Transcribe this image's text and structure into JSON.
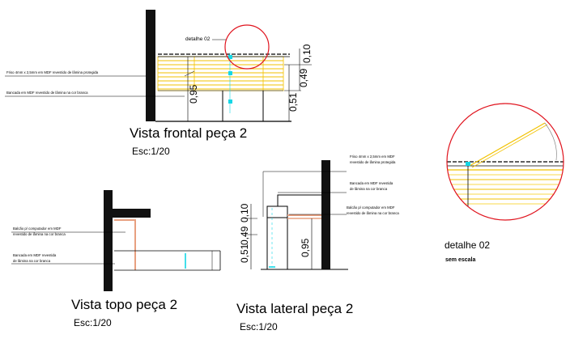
{
  "views": {
    "frontal": {
      "title": "Vista frontal peça 2",
      "scale": "Esc:1/20",
      "detail_callout": "detalhe 02",
      "note_top": "Friso 4mm x 2,5mm em MDF revestido de lâmina protegida",
      "note_bottom": "Bancada em MDF revestido de lâmina na cor branca",
      "dims": [
        "0,95",
        "0,51",
        "0,49",
        "0,10"
      ]
    },
    "topo": {
      "title": "Vista topo peça 2",
      "scale": "Esc:1/20",
      "note_top": [
        "Balcão p/ computador em MDF",
        "revestido de lâmina na cor branca"
      ],
      "note_bottom": [
        "Bancada em MDF revestida",
        "de lâmina na cor branca"
      ]
    },
    "lateral": {
      "title": "Vista lateral peça 2",
      "scale": "Esc:1/20",
      "notes": [
        [
          "Friso 4mm x 2,5mm em MDF",
          "revestido de lâmina protegida"
        ],
        [
          "Bancada em MDF revestida",
          "de lâmina na cor branca"
        ],
        [
          "Balcão p/ computador em MDF",
          "revestido de lâmina na cor branca"
        ]
      ],
      "dims": [
        "0,51",
        "0,49",
        "0,10",
        "0,95"
      ]
    },
    "detail": {
      "title": "detalhe 02",
      "subtitle": "sem escala"
    }
  },
  "colors": {
    "line": "#000000",
    "wall": "#111111",
    "callout": "#e0141e",
    "hatch": "#f2c200",
    "hatch2": "#f9d94a",
    "cyan": "#14d7e6",
    "salmon": "#e8a080"
  }
}
